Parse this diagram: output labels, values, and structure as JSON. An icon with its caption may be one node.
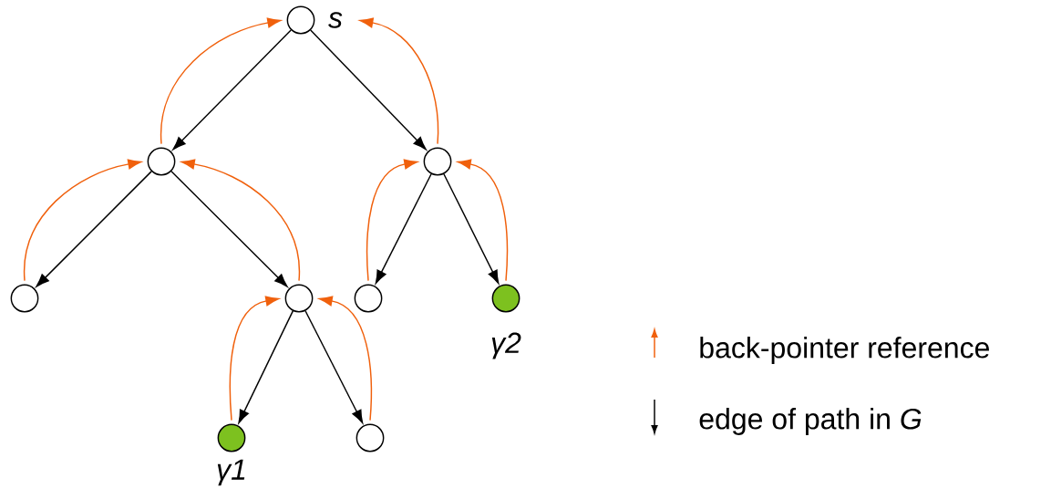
{
  "diagram": {
    "nodes": [
      {
        "text": [],
        "shape": "circle",
        "beside": [
          "*s*"
        ]
      },
      {
        "text": [],
        "shape": "circle"
      },
      {
        "text": [],
        "shape": "circle"
      },
      {
        "text": [],
        "shape": "circle"
      },
      {
        "text": [],
        "shape": "circle"
      },
      {
        "text": [],
        "shape": "circle"
      },
      {
        "text": [],
        "shape": "circle",
        "beside": [
          "γ2"
        ]
      },
      {
        "text": [],
        "shape": "circle",
        "beside": [
          "γ1"
        ]
      },
      {
        "text": [],
        "shape": "circle"
      }
    ],
    "edges": [
      {
        "from": 0,
        "to": 1,
        "arrow": "to"
      },
      {
        "from": 0,
        "to": 2,
        "arrow": "to"
      },
      {
        "from": 1,
        "to": 3,
        "arrow": "to"
      },
      {
        "from": 1,
        "to": 4,
        "arrow": "to"
      },
      {
        "from": 2,
        "to": 5,
        "arrow": "to"
      },
      {
        "from": 2,
        "to": 6,
        "arrow": "to"
      },
      {
        "from": 4,
        "to": 7,
        "arrow": "to"
      },
      {
        "from": 4,
        "to": 8,
        "arrow": "to"
      },
      {
        "from": 1,
        "to": 0,
        "arrow": "to",
        "color": "#f0600c"
      },
      {
        "from": 2,
        "to": 0,
        "arrow": "to",
        "color": "#f0600c"
      },
      {
        "from": 3,
        "to": 1,
        "arrow": "to",
        "color": "#f0600c"
      },
      {
        "from": 4,
        "to": 1,
        "arrow": "to",
        "color": "#f0600c"
      },
      {
        "from": 5,
        "to": 2,
        "arrow": "to",
        "color": "#f0600c"
      },
      {
        "from": 6,
        "to": 2,
        "arrow": "to",
        "color": "#f0600c"
      },
      {
        "from": 7,
        "to": 4,
        "arrow": "to",
        "color": "#f0600c"
      },
      {
        "from": 8,
        "to": 4,
        "arrow": "to",
        "color": "#f0600c"
      }
    ],
    "legend": [
      {
        "text": "back-pointer reference"
      },
      {
        "text": "edge of path in *G*"
      }
    ]
  }
}
